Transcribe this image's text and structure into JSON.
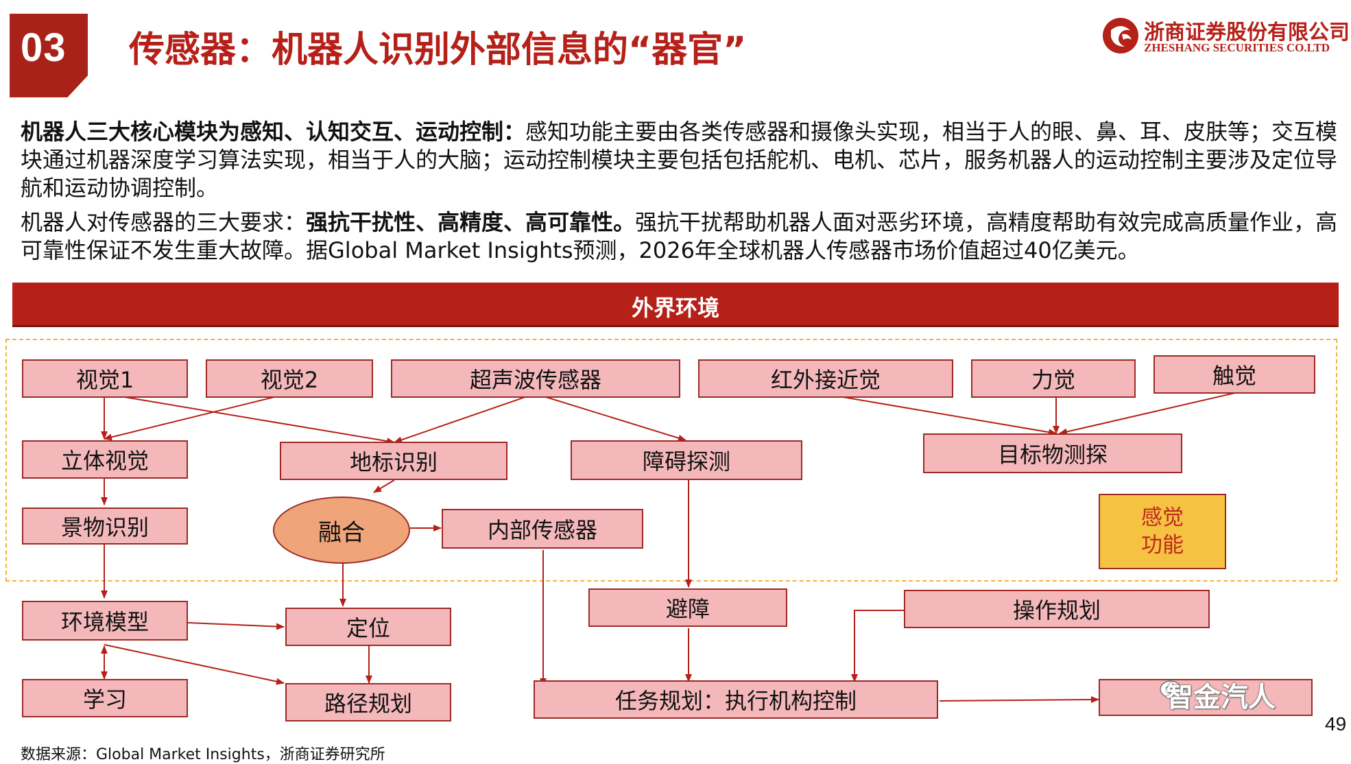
{
  "header": {
    "section_number": "03",
    "title": "传感器：机器人识别外部信息的“器官”",
    "company_cn": "浙商证券股份有限公司",
    "company_en": "ZHESHANG SECURITIES CO.LTD",
    "logo_icon": "zheshang-logo-icon",
    "accent_color": "#b52018"
  },
  "paragraphs": [
    {
      "bold": "机器人三大核心模块为感知、认知交互、运动控制：",
      "text": "感知功能主要由各类传感器和摄像头实现，相当于人的眼、鼻、耳、皮肤等；交互模块通过机器深度学习算法实现，相当于人的大脑；运动控制模块主要包括包括舵机、电机、芯片，服务机器人的运动控制主要涉及定位导航和运动协调控制。"
    },
    {
      "lead": "机器人对传感器的三大要求：",
      "bold": "强抗干扰性、高精度、高可靠性。",
      "text": "强抗干扰帮助机器人面对恶劣环境，高精度帮助有效完成高质量作业，高可靠性保证不发生重大故障。据Global Market Insights预测，2026年全球机器人传感器市场价值超过40亿美元。"
    }
  ],
  "diagram": {
    "banner": "外界环境",
    "sensors": [
      "视觉1",
      "视觉2",
      "超声波传感器",
      "红外接近觉",
      "力觉",
      "触觉"
    ],
    "perception": [
      "立体视觉",
      "地标识别",
      "障碍探测",
      "目标物测探"
    ],
    "scene_recognition": "景物识别",
    "fusion": "融合",
    "internal_sensor": "内部传感器",
    "legend_line1": "感觉",
    "legend_line2": "功能",
    "environment_model": "环境模型",
    "localization": "定位",
    "obstacle_avoidance": "避障",
    "operation_planning": "操作规划",
    "learning": "学习",
    "path_planning": "路径规划",
    "task_planning": "任务规划：执行机构控制",
    "output_box": "",
    "colors": {
      "node_fill": "#f4b8bb",
      "node_border": "#9b2a25",
      "fusion_fill": "#f0a47a",
      "legend_fill": "#f5c242",
      "zone_border": "#f2b33a"
    }
  },
  "watermark": "智金汽人",
  "watermark_icon": "wechat-icon",
  "page_number": "49",
  "source": "数据来源：Global Market Insights，浙商证券研究所"
}
